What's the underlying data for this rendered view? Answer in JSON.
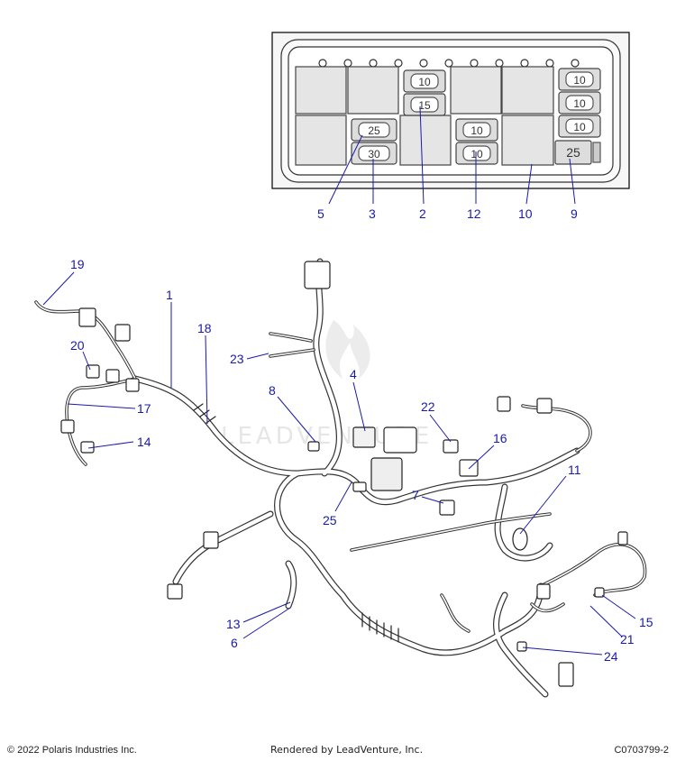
{
  "fuse_box": {
    "fuses": [
      {
        "id": "f1",
        "label": "10"
      },
      {
        "id": "f2",
        "label": "15"
      },
      {
        "id": "f3",
        "label": "25"
      },
      {
        "id": "f4",
        "label": "30"
      },
      {
        "id": "f5",
        "label": "10"
      },
      {
        "id": "f6",
        "label": "10"
      },
      {
        "id": "f7",
        "label": "10"
      },
      {
        "id": "f8",
        "label": "10"
      },
      {
        "id": "f9",
        "label": "10"
      },
      {
        "id": "f10",
        "label": "25"
      }
    ],
    "callouts": [
      "5",
      "3",
      "2",
      "12",
      "10",
      "9"
    ]
  },
  "harness": {
    "callouts": [
      "19",
      "1",
      "18",
      "20",
      "17",
      "14",
      "23",
      "8",
      "4",
      "22",
      "16",
      "11",
      "7",
      "25",
      "13",
      "6",
      "15",
      "21",
      "24"
    ]
  },
  "watermark": "LEADVENTURE",
  "footer": {
    "copyright": "© 2022 Polaris Industries Inc.",
    "rendered_by": "Rendered by LeadVenture, Inc.",
    "diagram_id": "C0703799-2"
  },
  "colors": {
    "callout": "#1a1aa8",
    "line": "#333333",
    "relay_fill": "#e5e5e5"
  }
}
